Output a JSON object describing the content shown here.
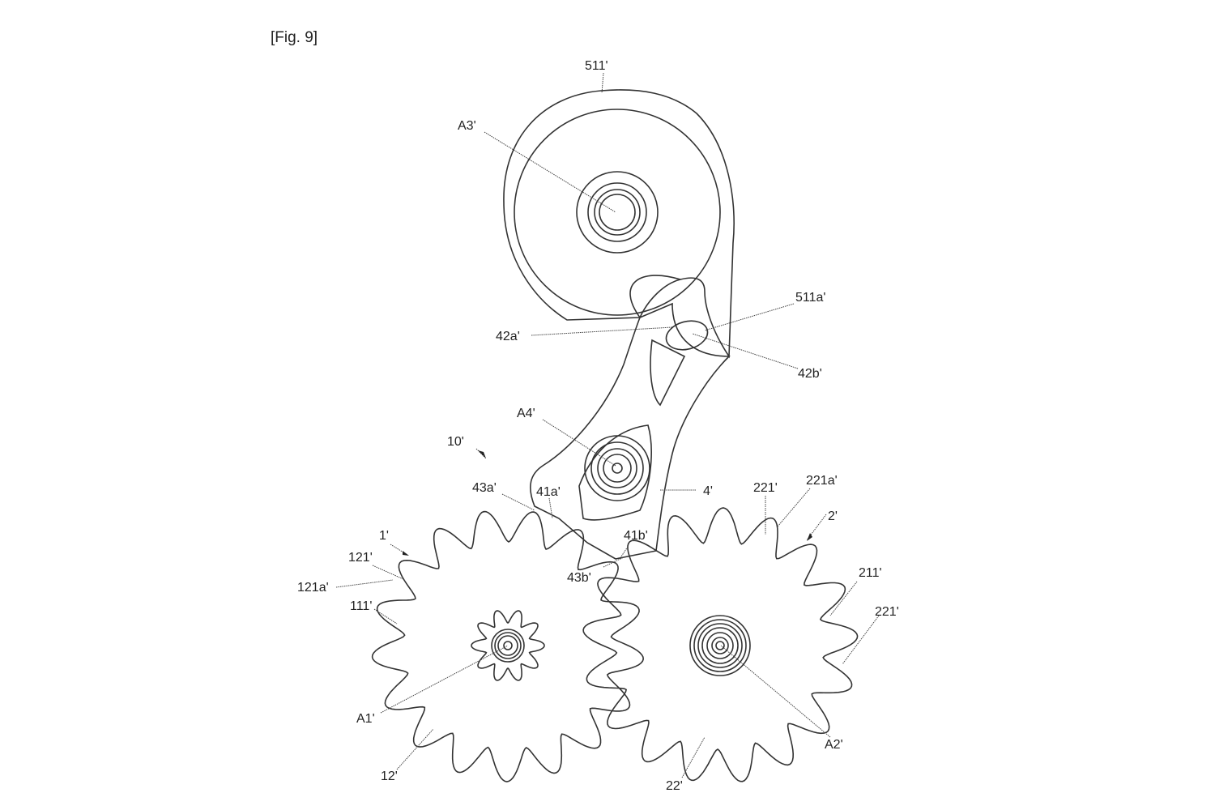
{
  "figure_label": "[Fig. 9]",
  "labels": {
    "l511": "511'",
    "lA3": "A3'",
    "l511a": "511a'",
    "l42a": "42a'",
    "l42b": "42b'",
    "lA4": "A4'",
    "l10": "10'",
    "l43a": "43a'",
    "l41a": "41a'",
    "l4": "4'",
    "l221_top": "221'",
    "l221a": "221a'",
    "l2": "2'",
    "l1": "1'",
    "l41b": "41b'",
    "l121": "121'",
    "l43b": "43b'",
    "l121a": "121a'",
    "l111": "111'",
    "l211": "211'",
    "l221_right": "221'",
    "lA1": "A1'",
    "lA2": "A2'",
    "l12": "12'",
    "l22": "22'"
  }
}
